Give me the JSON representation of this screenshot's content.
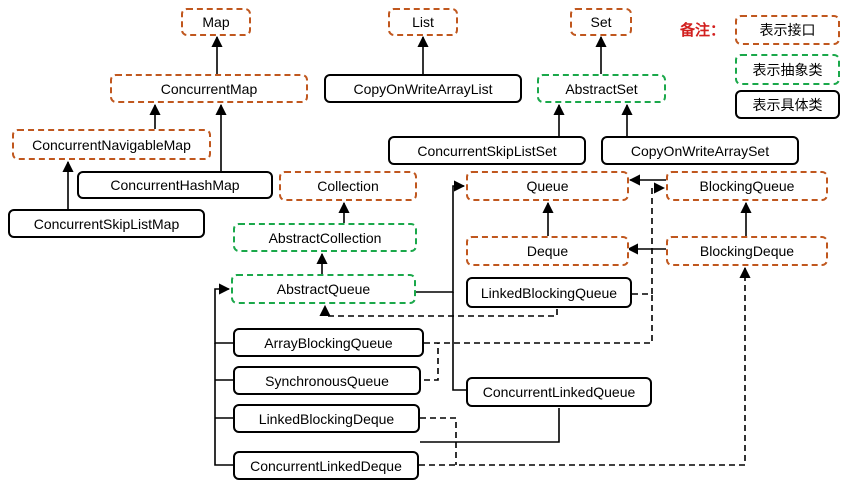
{
  "legend": {
    "title": "备注：",
    "interface": "表示接口",
    "abstract": "表示抽象类",
    "concrete": "表示具体类"
  },
  "nodes": {
    "map": "Map",
    "list": "List",
    "set": "Set",
    "concurrent_map": "ConcurrentMap",
    "copy_on_write_array_list": "CopyOnWriteArrayList",
    "abstract_set": "AbstractSet",
    "concurrent_navigable_map": "ConcurrentNavigableMap",
    "concurrent_skip_list_set": "ConcurrentSkipListSet",
    "copy_on_write_array_set": "CopyOnWriteArraySet",
    "concurrent_hash_map": "ConcurrentHashMap",
    "concurrent_skip_list_map": "ConcurrentSkipListMap",
    "collection": "Collection",
    "queue": "Queue",
    "blocking_queue": "BlockingQueue",
    "abstract_collection": "AbstractCollection",
    "deque": "Deque",
    "blocking_deque": "BlockingDeque",
    "abstract_queue": "AbstractQueue",
    "linked_blocking_queue": "LinkedBlockingQueue",
    "array_blocking_queue": "ArrayBlockingQueue",
    "synchronous_queue": "SynchronousQueue",
    "concurrent_linked_queue": "ConcurrentLinkedQueue",
    "linked_blocking_deque": "LinkedBlockingDeque",
    "concurrent_linked_deque": "ConcurrentLinkedDeque"
  }
}
